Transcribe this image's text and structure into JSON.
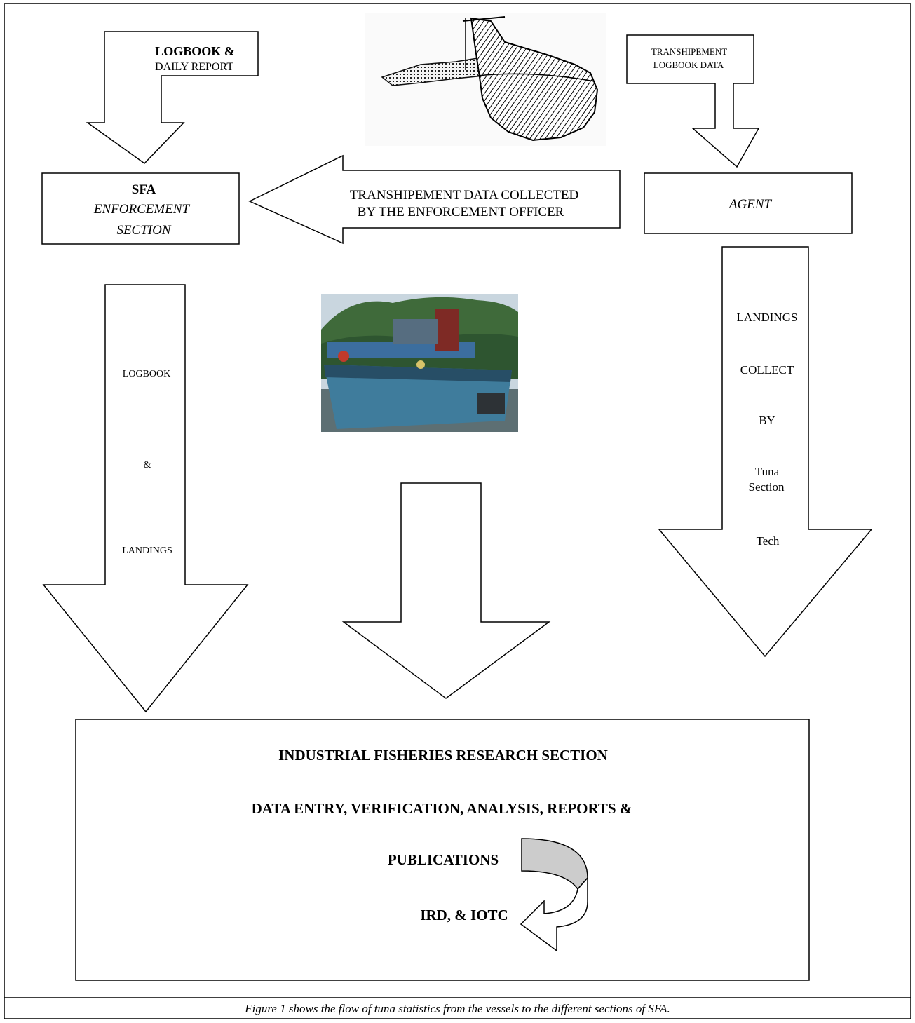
{
  "diagram": {
    "logbook_box": {
      "line1": "LOGBOOK &",
      "line2": "DAILY REPORT"
    },
    "transhipment_logbook_box": {
      "line1": "TRANSHIPEMENT",
      "line2": "LOGBOOK DATA"
    },
    "sfa_box": {
      "line1": "SFA",
      "line2": "ENFORCEMENT",
      "line3": "SECTION"
    },
    "agent_box": {
      "label": "AGENT"
    },
    "transhipment_arrow": {
      "line1": "TRANSHIPEMENT DATA COLLECTED",
      "line2": "BY THE ENFORCEMENT OFFICER"
    },
    "left_down_arrow": {
      "word1": "LOGBOOK",
      "word2": "&",
      "word3": "LANDINGS"
    },
    "right_down_arrow": {
      "word1": "LANDINGS",
      "word2": "COLLECT",
      "word3": "BY",
      "word4a": "Tuna",
      "word4b": "Section",
      "word5": "Tech"
    },
    "research_box": {
      "title": "INDUSTRIAL FISHERIES RESEARCH SECTION",
      "line1": "DATA ENTRY, VERIFICATION, ANALYSIS, REPORTS &",
      "line2": "PUBLICATIONS",
      "line3": "IRD, & IOTC"
    }
  },
  "caption": "Figure 1 shows the flow of tuna statistics from the vessels to the different sections of SFA.",
  "colors": {
    "line": "#000000",
    "curved_arrow_fill": "#cccccc",
    "background": "#ffffff"
  },
  "icons": {
    "vessel_drawing": "purse-seiner-sketch-icon",
    "vessel_photo": "fishing-boat-photo"
  }
}
